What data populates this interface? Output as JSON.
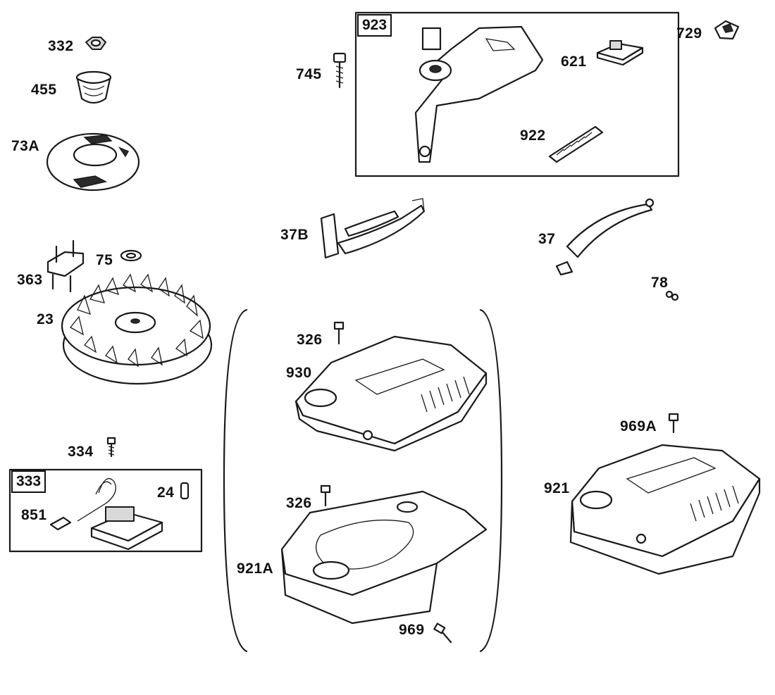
{
  "callouts": {
    "p332": "332",
    "p455": "455",
    "p73a": "73A",
    "p75": "75",
    "p363": "363",
    "p23": "23",
    "p334": "334",
    "p333": "333",
    "p24": "24",
    "p851": "851",
    "p745": "745",
    "p923": "923",
    "p621": "621",
    "p922": "922",
    "p729": "729",
    "p37b": "37B",
    "p37": "37",
    "p78": "78",
    "p326a": "326",
    "p930": "930",
    "p326b": "326",
    "p921a": "921A",
    "p969": "969",
    "p969a": "969A",
    "p921": "921"
  }
}
